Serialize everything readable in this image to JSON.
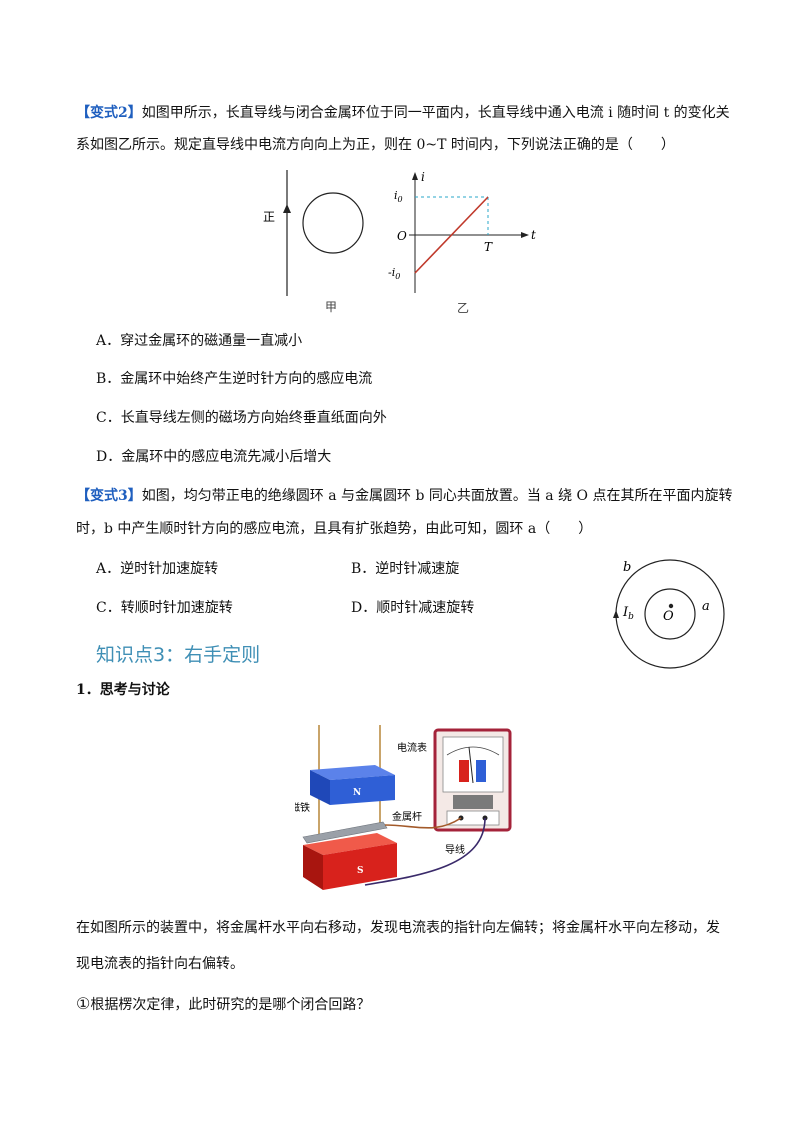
{
  "q2": {
    "tag": "【变式2】",
    "line1": "如图甲所示，长直导线与闭合金属环位于同一平面内，长直导线中通入电流 i 随时间 t 的变化关",
    "line2": "系如图乙所示。规定直导线中电流方向向上为正，则在 0~T 时间内，下列说法正确的是（　　）",
    "fig_jia": {
      "label_zheng": "正",
      "caption": "甲"
    },
    "fig_yi": {
      "axis_i": "i",
      "axis_t": "t",
      "i0": "i",
      "i0_sub": "0",
      "neg_i0": "-i",
      "neg_i0_sub": "0",
      "origin": "O",
      "T": "T",
      "caption": "乙",
      "line_color": "#c0392b",
      "dash_color": "#2aa7c9"
    },
    "options": [
      "A．穿过金属环的磁通量一直减小",
      "B．金属环中始终产生逆时针方向的感应电流",
      "C．长直导线左侧的磁场方向始终垂直纸面向外",
      "D．金属环中的感应电流先减小后增大"
    ]
  },
  "q3": {
    "tag": "【变式3】",
    "line1": "如图，均匀带正电的绝缘圆环 a 与金属圆环 b 同心共面放置。当 a 绕 O 点在其所在平面内旋转",
    "line2": "时，b 中产生顺时针方向的感应电流，且具有扩张趋势，由此可知，圆环 a（　　）",
    "options": [
      "A．逆时针加速旋转",
      "B．逆时针减速旋",
      "C．转顺时针加速旋转",
      "D．顺时针减速旋转"
    ],
    "fig": {
      "b": "b",
      "a": "a",
      "O": "O",
      "Ib": "I",
      "Ib_sub": "b"
    }
  },
  "heading": "知识点3：右手定则",
  "section1": "1．思考与讨论",
  "device": {
    "meter": "电流表",
    "rod": "金属杆",
    "magnet": "磁铁",
    "wire": "导线",
    "N": "N",
    "S": "S",
    "blue": "#2f5fd6",
    "red": "#d8221c",
    "frame": "#a4233a"
  },
  "para1": "在如图所示的装置中，将金属杆水平向右移动，发现电流表的指针向左偏转；将金属杆水平向左移动，发",
  "para2": "现电流表的指针向右偏转。",
  "q_circle": "①",
  "q1": "根据楞次定律，此时研究的是哪个闭合回路？"
}
